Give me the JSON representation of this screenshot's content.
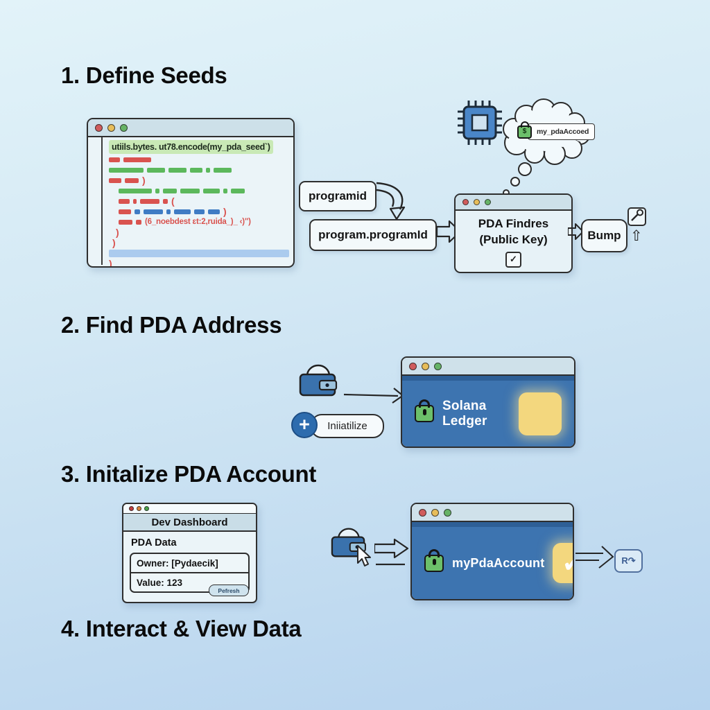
{
  "titles": {
    "step1": "1. Define Seeds",
    "step2": "2. Find PDA Address",
    "step3": "3. Initalize PDA Account",
    "step4": "4. Interact & View Data"
  },
  "glyphs": {
    "check": "✓",
    "plus": "+",
    "up_arrow": "⇧",
    "dollar": "$",
    "paren_close": ")",
    "paren_open": "("
  },
  "code_window": {
    "highlight_line": "utiils.bytes. ut78.encode(my_pda_seed`)",
    "garbled_line": "(6_noebdest  ɛt:2,ruida_)_ ‹)\")"
  },
  "step1": {
    "programid_label": "programid",
    "program_programid_label": "program.programId",
    "thought_label": "my_pdaAccoed",
    "pda_window_line1": "PDA Findres",
    "pda_window_line2": "(Public Key)",
    "bump_label": "Bump"
  },
  "step2": {
    "initialize_label": "Iniiatilize",
    "ledger_label": "Solana Ledger"
  },
  "step4": {
    "dashboard_title": "Dev Dashboard",
    "dashboard_heading": "PDA Data",
    "owner_field": "Owner: [Pydaecik]",
    "value_field": "Value: 123",
    "refresh_label": "Pefresh",
    "account_label": "myPdaAccount",
    "r_box_label": "R↷"
  },
  "colors": {
    "window_blue": "#3d74b0",
    "strip_blue": "#2e5f96",
    "accent_yellow": "#f3d77e",
    "lock_green": "#6cbf6a",
    "code_red": "#d9534f",
    "code_green": "#5cb85c",
    "code_blue": "#3f7cc4",
    "highlight_green": "#c9e9b6",
    "highlight_blue": "#abcbee",
    "outline_dark": "#2e2e2e"
  }
}
